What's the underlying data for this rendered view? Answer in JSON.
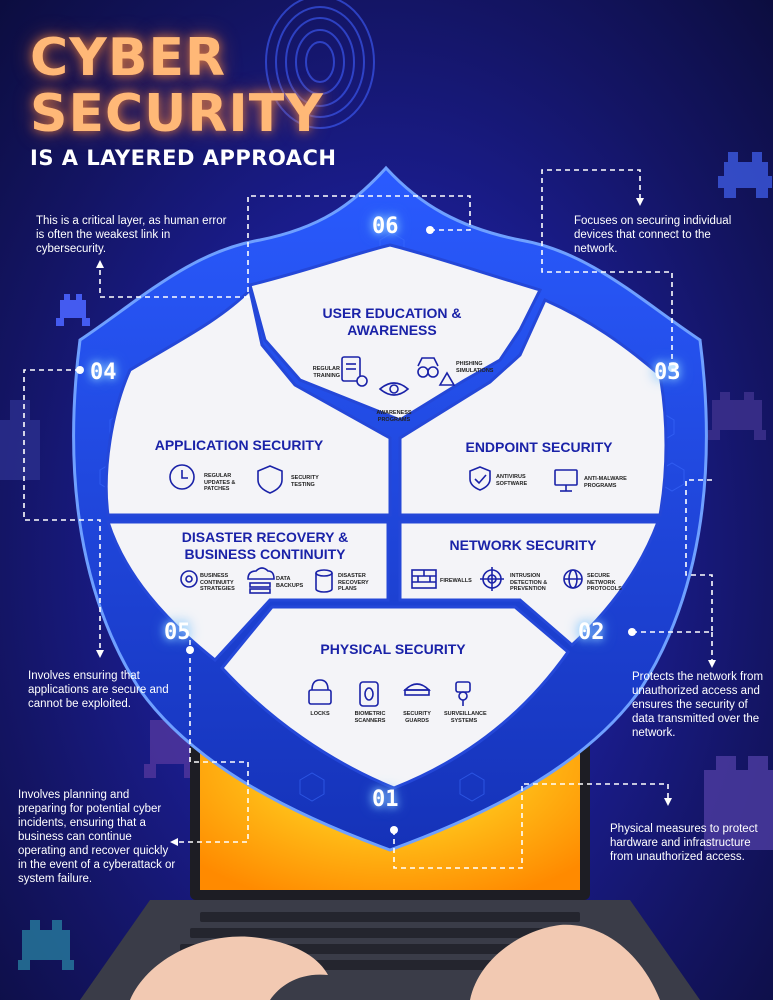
{
  "header": {
    "title_line1": "CYBER",
    "title_line2": "SECURITY",
    "subtitle": "IS A LAYERED APPROACH"
  },
  "layers": {
    "l01": {
      "number": "01",
      "title": "PHYSICAL SECURITY",
      "description": "Physical measures to protect hardware and infrastructure from unauthorized access.",
      "items": [
        "LOCKS",
        "BIOMETRIC SCANNERS",
        "SECURITY GUARDS",
        "SURVEILLANCE SYSTEMS"
      ]
    },
    "l02": {
      "number": "02",
      "title": "NETWORK SECURITY",
      "description": "Protects the network from unauthorized access and ensures the security of data transmitted over the network.",
      "items": [
        "FIREWALLS",
        "INTRUSION DETECTION & PREVENTION",
        "SECURE NETWORK PROTOCOLS"
      ]
    },
    "l03": {
      "number": "03",
      "title": "ENDPOINT SECURITY",
      "description": "Focuses on securing individual devices that connect to the network.",
      "items": [
        "ANTIVIRUS SOFTWARE",
        "ANTI-MALWARE PROGRAMS"
      ]
    },
    "l04": {
      "number": "04",
      "title": "APPLICATION SECURITY",
      "description": "Involves ensuring that applications are secure and cannot be exploited.",
      "items": [
        "REGULAR UPDATES & PATCHES",
        "SECURITY TESTING"
      ]
    },
    "l05": {
      "number": "05",
      "title": "DISASTER RECOVERY & BUSINESS CONTINUITY",
      "description": "Involves planning and preparing for potential cyber incidents, ensuring that a business can continue operating and recover quickly in the event of a cyberattack or system failure.",
      "items": [
        "BUSINESS CONTINUITY STRATEGIES",
        "DATA BACKUPS",
        "DISASTER RECOVERY PLANS"
      ]
    },
    "l06": {
      "number": "06",
      "title": "USER EDUCATION & AWARENESS",
      "description": "This is a critical layer, as human error is often the weakest link in cybersecurity.",
      "items": [
        "REGULAR TRAINING",
        "PHISHING SIMULATIONS",
        "AWARENESS PROGRAMS"
      ]
    }
  },
  "colors": {
    "background": "#1c1f9a",
    "title_orange": "#ffb877",
    "shield_blue": "#1a3fd0",
    "panel": "#f4f4f8",
    "heading_blue": "#1a22a8",
    "laptop_screen": "#ffb400"
  }
}
